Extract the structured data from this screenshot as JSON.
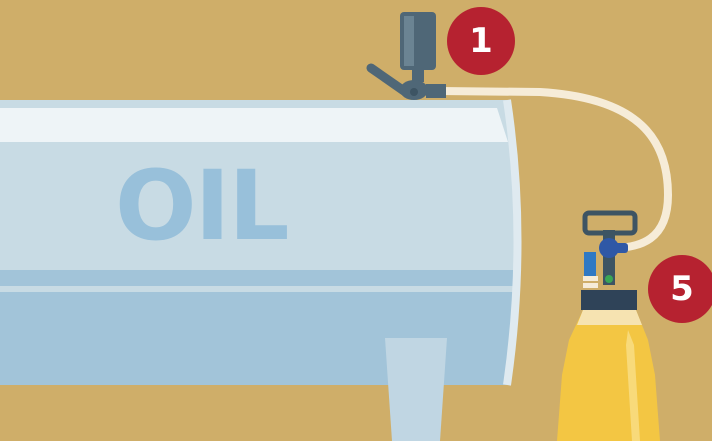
{
  "tank": {
    "label": "OIL"
  },
  "badges": [
    {
      "number": "1"
    },
    {
      "number": "5"
    }
  ],
  "colors": {
    "background": "#cfae69",
    "tank_body": "#c8dbe4",
    "tank_stripe": "#a2c4d9",
    "tank_label": "#98c0da",
    "badge": "#b62230",
    "bottle_liquid": "#f3c643",
    "valve": "#4f6777",
    "hose": "#f6ecd8"
  },
  "icons": [
    "valve-icon",
    "pump-cap-icon",
    "bottle-icon",
    "hose-icon"
  ]
}
